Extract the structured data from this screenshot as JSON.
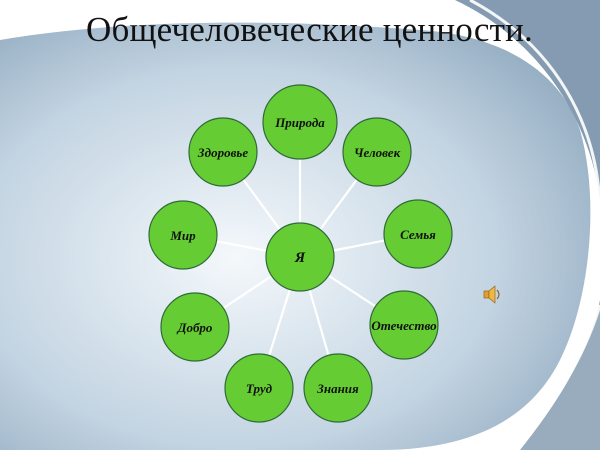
{
  "slide": {
    "title": "Общечеловеческие ценности."
  },
  "diagram": {
    "center": "Я",
    "values": [
      "Природа",
      "Человек",
      "Семья",
      "Отечество",
      "Знания",
      "Труд",
      "Добро",
      "Мир",
      "Здоровье"
    ]
  },
  "colors": {
    "node_fill": "#66cc33",
    "node_stroke": "#2f6b3a",
    "connector": "#ffffff",
    "background_light": "#eef3f7",
    "background_mid": "#a9c0d3",
    "background_dark": "#5e7e99"
  },
  "icons": {
    "sound": "speaker-icon"
  }
}
